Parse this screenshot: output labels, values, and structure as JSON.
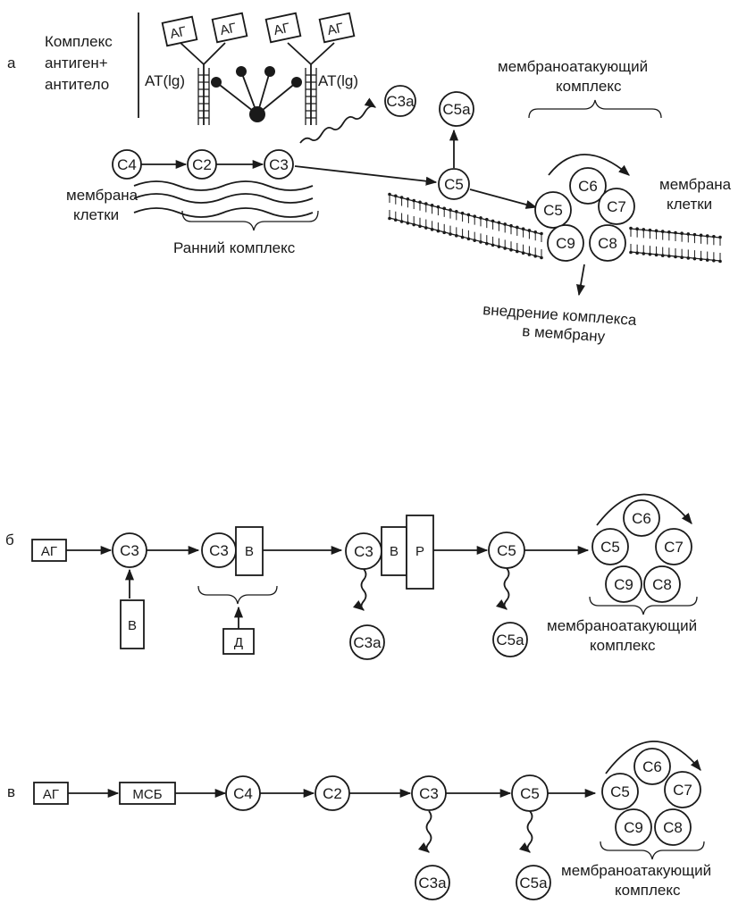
{
  "panels": {
    "a": {
      "letter": "а",
      "complex_title_1": "Комплекс",
      "complex_title_2": "антиген+",
      "complex_title_3": "антитело",
      "antigen": "АГ",
      "antibody": "AT(lg)",
      "c4": "C4",
      "c2": "C2",
      "c3": "C3",
      "c3a": "C3a",
      "c5": "C5",
      "c5a": "C5a",
      "membrane_left_1": "мембрана",
      "membrane_left_2": "клетки",
      "early_complex": "Ранний комплекс",
      "mac_1": "мембраноатакующий",
      "mac_2": "комплекс",
      "membrane_right_1": "мембрана",
      "membrane_right_2": "клетки",
      "ring": [
        "C5",
        "C6",
        "C7",
        "C9",
        "C8"
      ],
      "insertion_1": "внедрение комплекса",
      "insertion_2": "в мембрану"
    },
    "b": {
      "letter": "б",
      "antigen": "АГ",
      "c3": "C3",
      "b": "B",
      "p": "P",
      "d": "Д",
      "c3a": "C3a",
      "c5": "C5",
      "c5a": "C5a",
      "ring": [
        "C5",
        "C6",
        "C7",
        "C9",
        "C8"
      ],
      "mac_1": "мембраноатакующий",
      "mac_2": "комплекс"
    },
    "c": {
      "letter": "в",
      "antigen": "АГ",
      "msb": "МСБ",
      "c4": "C4",
      "c2": "C2",
      "c3": "C3",
      "c5": "C5",
      "c3a": "C3a",
      "c5a": "C5a",
      "ring": [
        "C5",
        "C6",
        "C7",
        "C9",
        "C8"
      ],
      "mac_1": "мембраноатакующий",
      "mac_2": "комплекс"
    }
  }
}
